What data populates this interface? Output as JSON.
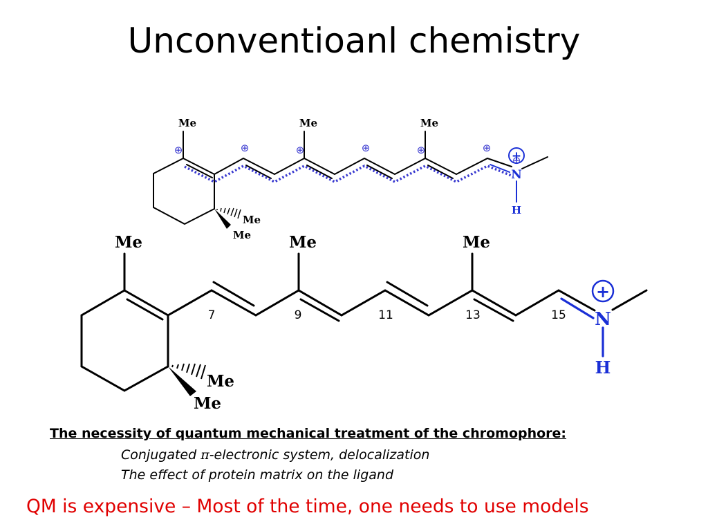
{
  "title": "Unconventioanl chemistry",
  "colors": {
    "text": "#000000",
    "nitrogen": "#1a2fd6",
    "delocalization": "#3a3ad0",
    "emphasis": "#e00000"
  },
  "top_molecule": {
    "methyl_labels": [
      "Me",
      "Me",
      "Me",
      "Me",
      "Me"
    ],
    "nitrogen_label": "N",
    "hydrogen_label": "H",
    "charge_symbol": "+",
    "partial_charge_symbol": "⊕"
  },
  "bottom_molecule": {
    "methyl_labels": [
      "Me",
      "Me",
      "Me",
      "Me",
      "Me"
    ],
    "nitrogen_label": "N",
    "hydrogen_label": "H",
    "charge_symbol": "+",
    "carbon_numbers": [
      "7",
      "9",
      "11",
      "13",
      "15"
    ]
  },
  "text": {
    "necessity": "The necessity of quantum mechanical treatment of the chromophore:",
    "line1_pre": "Conjugated ",
    "line1_pi": "π",
    "line1_post": "-electronic system, delocalization",
    "line2": "The effect of protein matrix on the ligand",
    "qm_statement": "QM is expensive – Most of the time, one needs to use models"
  }
}
